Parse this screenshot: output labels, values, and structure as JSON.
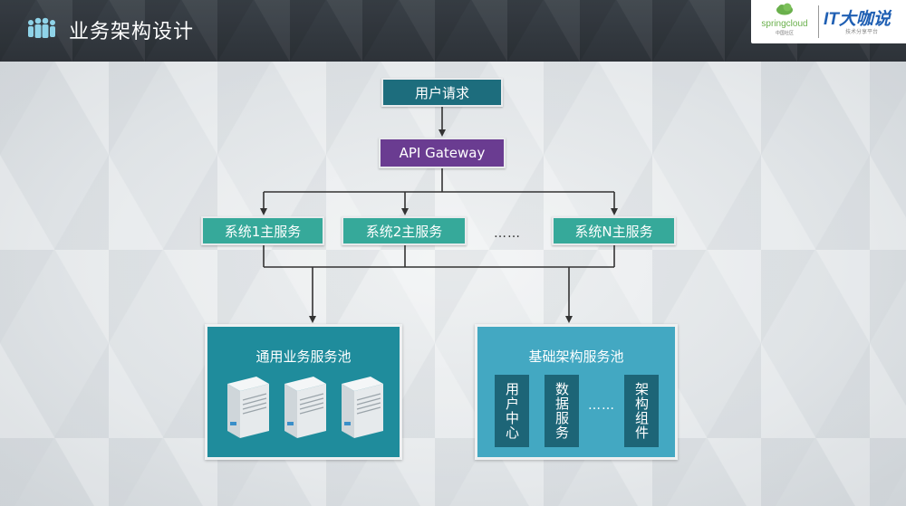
{
  "header": {
    "title": "业务架构设计",
    "icon": "people-group-icon"
  },
  "logos": {
    "spring_text": "springcloud",
    "spring_sub": "中国社区",
    "it_text": "IT大咖说",
    "it_sub": "技术分享平台"
  },
  "diagram": {
    "request": "用户请求",
    "gateway": "API Gateway",
    "services": [
      "系统1主服务",
      "系统2主服务",
      "系统N主服务"
    ],
    "services_ellipsis": "……",
    "general_pool": {
      "title": "通用业务服务池",
      "server_icon": "server-icon"
    },
    "infra_pool": {
      "title": "基础架构服务池",
      "components": [
        "用户中心",
        "数据服务",
        "架构组件"
      ],
      "ellipsis": "……"
    }
  },
  "colors": {
    "header_bg": "#2d3238",
    "request": "#1d6d7d",
    "gateway": "#6a3c91",
    "service": "#36a99a",
    "general_pool": "#1f8c9c",
    "infra_pool": "#43a8c2",
    "component": "#1d6577"
  }
}
